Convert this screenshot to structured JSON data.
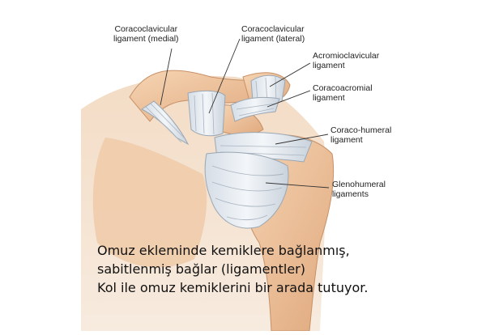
{
  "labels": {
    "cc_medial": [
      "Coracoclavicular",
      "ligament (medial)"
    ],
    "cc_lateral": [
      "Coracoclavicular",
      "ligament (lateral)"
    ],
    "acromioclavicular": [
      "Acromioclavicular",
      "ligament"
    ],
    "coracoacromial": [
      "Coracoacromial",
      "ligament"
    ],
    "coracohumeral": [
      "Coraco-humeral",
      "ligament"
    ],
    "glenohumeral": [
      "Glenohumeral",
      "ligaments"
    ]
  },
  "caption": [
    "Omuz ekleminde kemiklere bağlanmış,",
    "sabitlenmiş bağlar (ligamentler)",
    "Kol ile omuz kemiklerini bir arada tutuyor."
  ],
  "colors": {
    "bone": "#f1c7a0",
    "bone_shadow": "#d9a276",
    "ligament": "#e4eaf0",
    "ligament_stroke": "#9aa7b4",
    "leader_line": "#333333"
  }
}
